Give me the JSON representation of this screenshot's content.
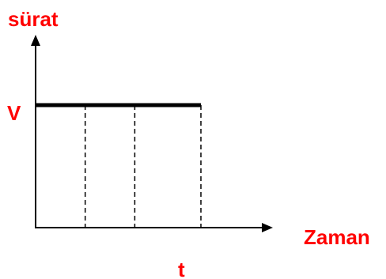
{
  "chart_data": {
    "type": "line",
    "title": "",
    "ylabel": "sürat",
    "xlabel": "Zaman",
    "y_tick_labels": [
      "V"
    ],
    "x_tick_labels": [
      "t"
    ],
    "grid": false,
    "legend": "none",
    "series": [
      {
        "x": [
          0,
          1
        ],
        "y": [
          1,
          1
        ]
      }
    ],
    "xlim": [
      0,
      1
    ],
    "ylim": [
      0,
      1.3
    ],
    "reference_lines_x": [
      0.3,
      0.6,
      1
    ],
    "reference_line_style": "dashed",
    "colors": {
      "labels": "#ff0000",
      "axes": "#000000",
      "series": "#000000"
    }
  }
}
